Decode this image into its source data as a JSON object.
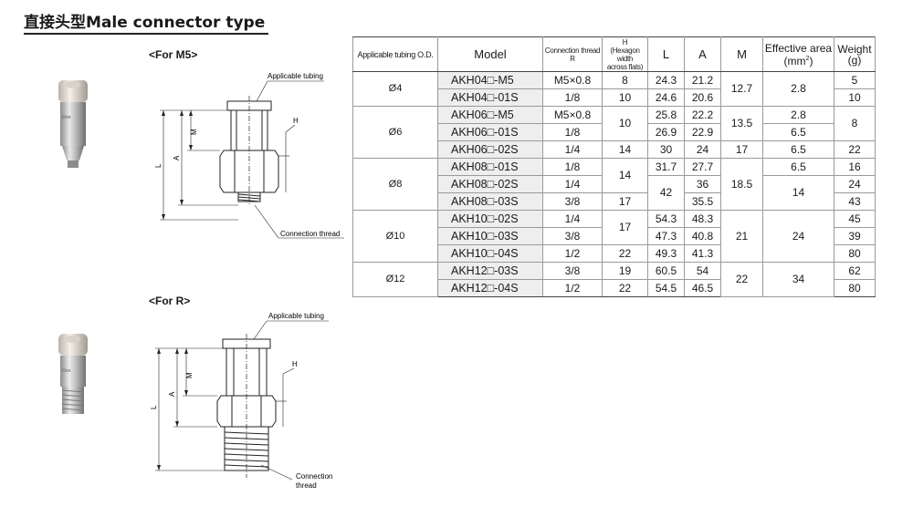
{
  "header": {
    "title": "直接头型Male connector type"
  },
  "sections": {
    "m5": {
      "label": "<For M5>"
    },
    "r": {
      "label": "<For R>"
    }
  },
  "drawing_labels": {
    "applicable_tubing": "Applicable tubing",
    "connection_thread": "Connection thread",
    "connection": "Connection",
    "thread": "thread",
    "L": "L",
    "A": "A",
    "M": "M",
    "H": "H"
  },
  "table": {
    "headers": {
      "od": "Applicable tubing O.D.",
      "model": "Model",
      "thread_1": "Connection thread",
      "thread_2": "R",
      "h_1": "H",
      "h_2": "(Hexagon width",
      "h_3": "across flats)",
      "L": "L",
      "A": "A",
      "M": "M",
      "eff_1": "Effective area",
      "eff_2": "(mm",
      "eff_sup": "2",
      "eff_3": ")",
      "w_1": "Weight",
      "w_2": "(g)"
    },
    "groups": [
      {
        "od": "Ø4",
        "M": "12.7",
        "rows": [
          {
            "model": "AKH04□-M5",
            "thread": "M5×0.8",
            "H": "8",
            "L": "24.3",
            "A": "21.2",
            "eff": "2.8",
            "w": "5"
          },
          {
            "model": "AKH04□-01S",
            "thread": "1/8",
            "H": "10",
            "L": "24.6",
            "A": "20.6",
            "w": "10"
          }
        ]
      },
      {
        "od": "Ø6",
        "M1": "13.5",
        "M2": "17",
        "H12": "10",
        "w12": "8",
        "rows": [
          {
            "model": "AKH06□-M5",
            "thread": "M5×0.8",
            "L": "25.8",
            "A": "22.2",
            "eff": "2.8"
          },
          {
            "model": "AKH06□-01S",
            "thread": "1/8",
            "L": "26.9",
            "A": "22.9",
            "eff": "6.5"
          },
          {
            "model": "AKH06□-02S",
            "thread": "1/4",
            "H": "14",
            "L": "30",
            "A": "24",
            "eff": "6.5",
            "w": "22"
          }
        ]
      },
      {
        "od": "Ø8",
        "M": "18.5",
        "H12": "14",
        "L23": "42",
        "eff23": "14",
        "rows": [
          {
            "model": "AKH08□-01S",
            "thread": "1/8",
            "L": "31.7",
            "A": "27.7",
            "eff": "6.5",
            "w": "16"
          },
          {
            "model": "AKH08□-02S",
            "thread": "1/4",
            "A": "36",
            "w": "24"
          },
          {
            "model": "AKH08□-03S",
            "thread": "3/8",
            "H": "17",
            "A": "35.5",
            "w": "43"
          }
        ]
      },
      {
        "od": "Ø10",
        "M": "21",
        "eff": "24",
        "H12": "17",
        "rows": [
          {
            "model": "AKH10□-02S",
            "thread": "1/4",
            "L": "54.3",
            "A": "48.3",
            "w": "45"
          },
          {
            "model": "AKH10□-03S",
            "thread": "3/8",
            "L": "47.3",
            "A": "40.8",
            "w": "39"
          },
          {
            "model": "AKH10□-04S",
            "thread": "1/2",
            "H": "22",
            "L": "49.3",
            "A": "41.3",
            "w": "80"
          }
        ]
      },
      {
        "od": "Ø12",
        "M": "22",
        "eff": "34",
        "rows": [
          {
            "model": "AKH12□-03S",
            "thread": "3/8",
            "H": "19",
            "L": "60.5",
            "A": "54",
            "w": "62"
          },
          {
            "model": "AKH12□-04S",
            "thread": "1/2",
            "H": "22",
            "L": "54.5",
            "A": "46.5",
            "w": "80"
          }
        ]
      }
    ]
  }
}
